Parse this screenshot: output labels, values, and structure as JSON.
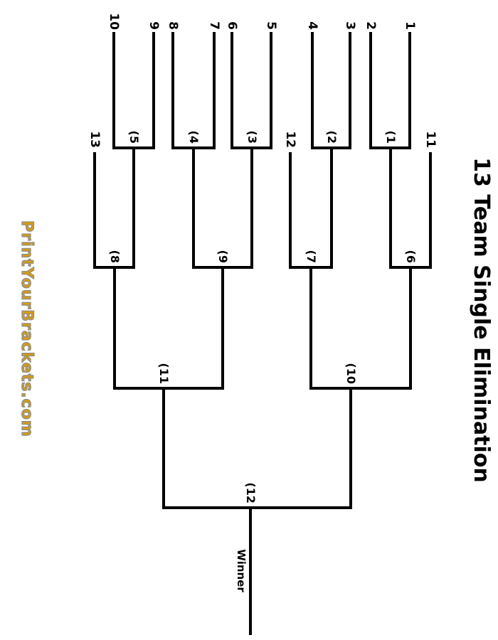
{
  "title": "13 Team Single Elimination",
  "watermark": "PrintYourBrackets.com",
  "winner_label": "Winner",
  "colors": {
    "line": "#000000",
    "text": "#000000",
    "watermark_fill": "#D89B12",
    "watermark_outline": "#8F8F85"
  },
  "bracket": {
    "teams": [
      "1",
      "2",
      "3",
      "4",
      "5",
      "6",
      "7",
      "8",
      "9",
      "10"
    ],
    "round2_entries": [
      "11",
      "12",
      "13"
    ],
    "games": [
      "(1",
      "(2",
      "(3",
      "(4",
      "(5",
      "(6",
      "(7",
      "(8",
      "(9",
      "(10",
      "(11",
      "(12"
    ]
  }
}
